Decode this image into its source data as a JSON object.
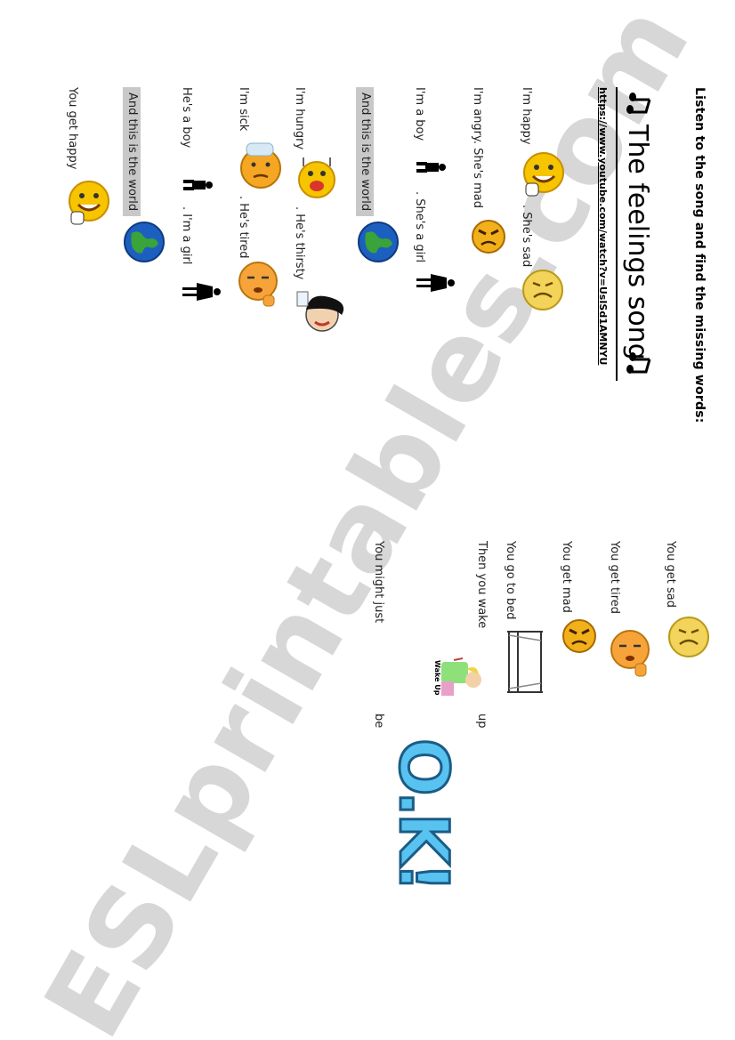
{
  "worksheet": {
    "instruction": "Listen to the song and find the missing words:",
    "title": "The feelings song",
    "link": "https://www.youtube.com/watch?v=UsISd1AMNYU",
    "left_lines": [
      "I'm happy",
      ". She's sad",
      "I'm angry. She's mad",
      "I'm a boy",
      ". She's a girl",
      "And this is the world",
      "I'm hungry",
      ". He's thirsty",
      "I'm sick",
      ". He's tired",
      "He's a boy",
      ". I'm a girl",
      "And this is the world",
      "You get happy"
    ],
    "right_lines": [
      "You get sad",
      "You get tired",
      "You get mad",
      "You go to bed",
      "Then you wake",
      "up",
      "You might just",
      "be"
    ],
    "image_texts": {
      "wake_up": "Wake Up",
      "ok": "O.K!"
    }
  },
  "watermark": "ESLprintables.com"
}
